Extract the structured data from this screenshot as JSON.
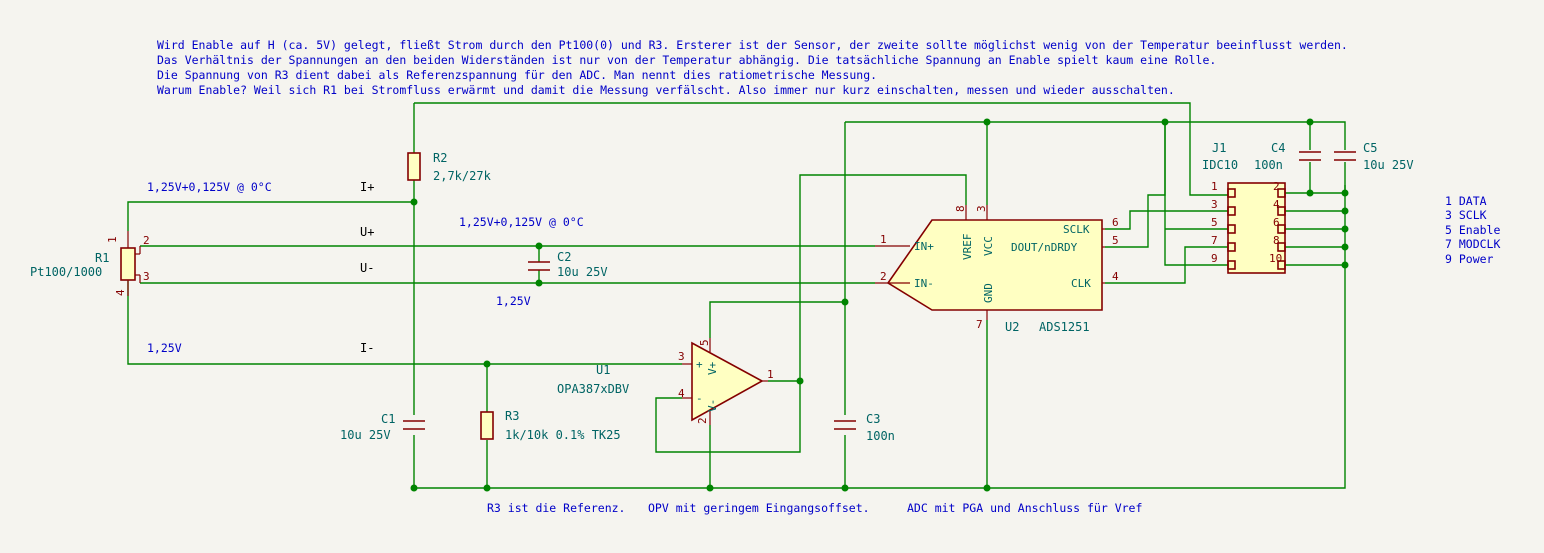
{
  "notes": {
    "line1": "Wird Enable auf H (ca. 5V) gelegt, fließt Strom durch den Pt100(0) und R3. Ersterer ist der Sensor, der zweite sollte möglichst wenig von der Temperatur beeinflusst werden.",
    "line2": "Das Verhältnis der Spannungen an den beiden Widerständen ist nur von der Temperatur abhängig. Die tatsächliche Spannung an Enable spielt kaum eine Rolle.",
    "line3": "Die Spannung von R3 dient dabei als Referenzspannung für den ADC. Man nennt dies ratiometrische Messung.",
    "line4": "Warum Enable? Weil sich R1 bei Stromfluss erwärmt und damit die Messung verfälscht. Also immer nur kurz einschalten, messen und wieder ausschalten.",
    "bottom_ref": "R3 ist die Referenz.",
    "bottom_opv": "OPV mit geringem Eingangsoffset.",
    "bottom_adc": "ADC mit PGA und Anschluss für Vref",
    "v_top": "1,25V+0,125V @ 0°C",
    "v_mid": "1,25V+0,125V @ 0°C",
    "v_125a": "1,25V",
    "v_125b": "1,25V"
  },
  "nets": {
    "i_plus": "I+",
    "u_plus": "U+",
    "u_minus": "U-",
    "i_minus": "I-"
  },
  "components": {
    "r1": {
      "ref": "R1",
      "value": "Pt100/1000",
      "pins": [
        "1",
        "2",
        "3",
        "4"
      ]
    },
    "r2": {
      "ref": "R2",
      "value": "2,7k/27k"
    },
    "r3": {
      "ref": "R3",
      "value": "1k/10k 0.1% TK25"
    },
    "c1": {
      "ref": "C1",
      "value": "10u 25V"
    },
    "c2": {
      "ref": "C2",
      "value": "10u 25V"
    },
    "c3": {
      "ref": "C3",
      "value": "100n"
    },
    "c4": {
      "ref": "C4",
      "value": "100n"
    },
    "c5": {
      "ref": "C5",
      "value": "10u 25V"
    },
    "u1": {
      "ref": "U1",
      "value": "OPA387xDBV",
      "pins": [
        "3",
        "4",
        "5",
        "2",
        "1"
      ],
      "pin_names": [
        "+",
        "-",
        "V+",
        "V-"
      ]
    },
    "u2": {
      "ref": "U2",
      "value": "ADS1251",
      "pins": [
        "1",
        "2",
        "8",
        "3",
        "6",
        "5",
        "4",
        "7"
      ],
      "pin_names": [
        "IN+",
        "IN-",
        "VREF",
        "VCC",
        "SCLK",
        "DOUT/nDRDY",
        "CLK",
        "GND"
      ]
    },
    "j1": {
      "ref": "J1",
      "value": "IDC10",
      "left_pins": [
        "1",
        "3",
        "5",
        "7",
        "9"
      ],
      "right_pins": [
        "2",
        "4",
        "6",
        "8",
        "10"
      ]
    }
  },
  "pinout_legend": [
    "1 DATA",
    "3 SCLK",
    "5 Enable",
    "7 MODCLK",
    "9 Power"
  ]
}
